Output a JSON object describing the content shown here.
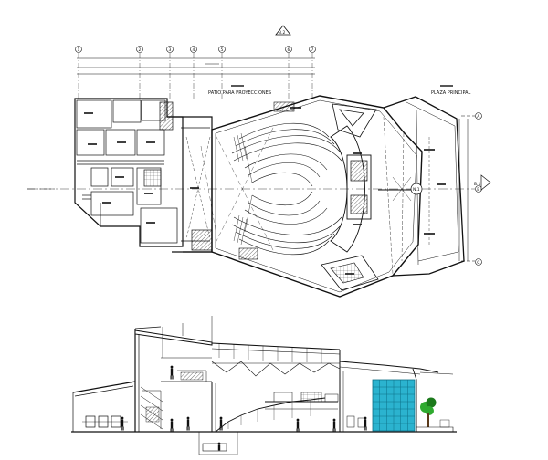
{
  "plan": {
    "north_mark": "B.2",
    "patio_label": "PATIO PARA PROYECCIONES",
    "plaza_label": "PLAZA PRINCIPAL",
    "section_mark_right": "B.1",
    "center_mark": "N.1",
    "grid_top": [
      "1",
      "2",
      "3",
      "4",
      "5",
      "6",
      "7"
    ],
    "grid_right": [
      "A",
      "B",
      "C"
    ]
  },
  "colors": {
    "line": "#111111",
    "glass": "#2bb3cf",
    "glass_mullion": "#0c6f86",
    "tree": "#2faa2f",
    "tree_dark": "#1c7a1c"
  }
}
